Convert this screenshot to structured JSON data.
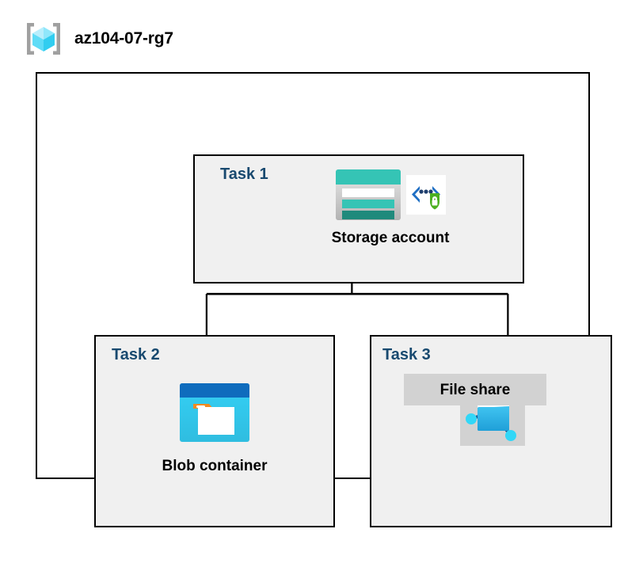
{
  "header": {
    "icon": "resource-group-icon",
    "title": "az104-07-rg7"
  },
  "diagram": {
    "type": "hierarchy",
    "container_label": "resource-group-boundary",
    "nodes": [
      {
        "id": "task1",
        "task_label": "Task 1",
        "caption": "Storage account",
        "icons": [
          "storage-account-icon",
          "secure-endpoint-shield-icon"
        ],
        "highlighted": false
      },
      {
        "id": "task2",
        "task_label": "Task 2",
        "caption": "Blob container",
        "icons": [
          "blob-container-icon"
        ],
        "highlighted": false
      },
      {
        "id": "task3",
        "task_label": "Task 3",
        "caption": "File share",
        "icons": [
          "file-share-icon"
        ],
        "highlighted": true
      }
    ],
    "edges": [
      {
        "from": "task1",
        "to": "task2"
      },
      {
        "from": "task1",
        "to": "task3"
      }
    ]
  },
  "colors": {
    "task_label": "#18496f",
    "caption": "#000000",
    "panel_fill": "#f0f0f0",
    "panel_border": "#000000",
    "highlight_fill": "#d2d2d2",
    "connector": "#000000",
    "storage_teal": "#35c4b5",
    "storage_teal_dark": "#1f8a7c",
    "blob_blue": "#0f6cbd",
    "blob_cyan": "#32c8f0",
    "blob_orange": "#f28a21",
    "fileshare_blue": "#32b0e7",
    "fileshare_navy": "#16538c",
    "fileshare_node": "#32d7f7",
    "shield_green": "#4caf21",
    "bracket_blue": "#1f6fc4",
    "cube_cyan": "#8fe7fb",
    "cube_cyan_dark": "#31cdf0",
    "bracket_gray": "#a0a0a0"
  }
}
